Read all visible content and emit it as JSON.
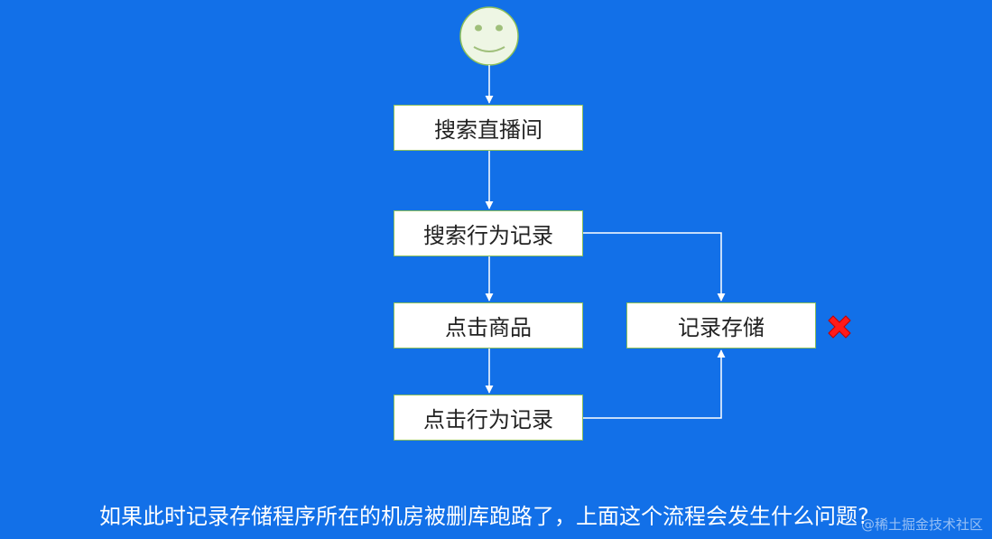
{
  "nodes": {
    "search_live": "搜索直播间",
    "search_record": "搜索行为记录",
    "click_product": "点击商品",
    "click_record": "点击行为记录",
    "record_storage": "记录存储"
  },
  "caption": "如果此时记录存储程序所在的机房被删库跑路了，上面这个流程会发生什么问题?",
  "watermark": "@稀土掘金技术社区",
  "icons": {
    "start": "smiley-face-icon",
    "failure": "red-cross-icon"
  },
  "colors": {
    "background": "#1270e8",
    "node_fill": "#ffffff",
    "node_border": "#8bbf5a",
    "connector": "#ffffff",
    "failure_mark": "#ff1a1a",
    "smiley_fill": "#eef6e4"
  }
}
